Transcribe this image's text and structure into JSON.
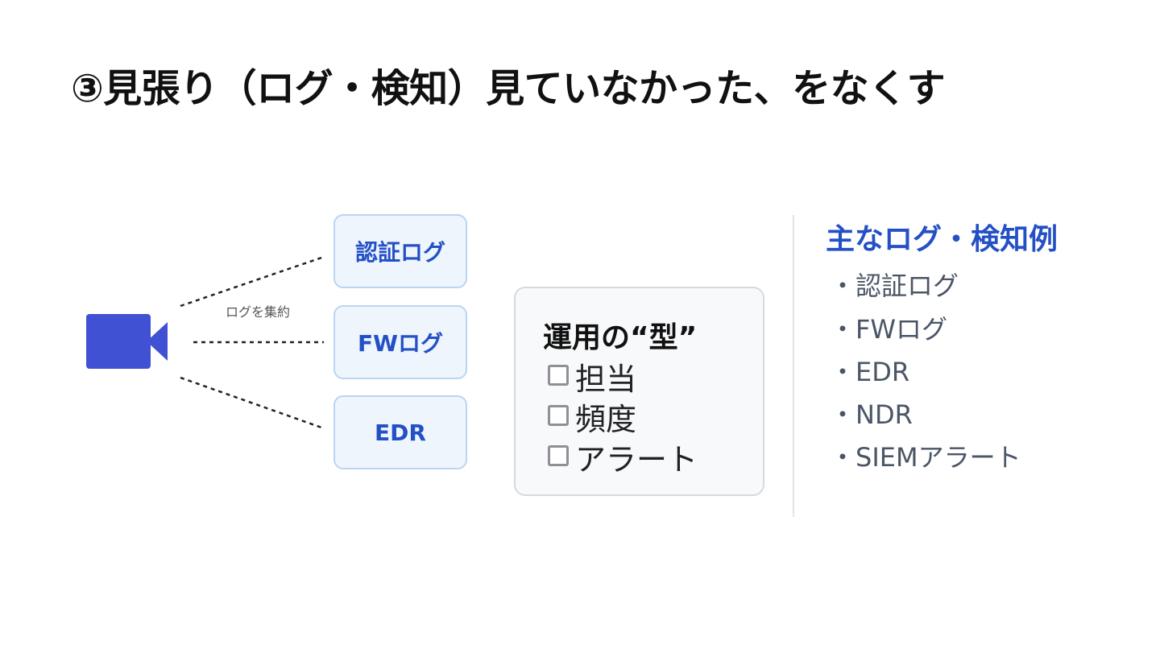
{
  "slide": {
    "title": "③見張り（ログ・検知）見ていなかった、をなくす"
  },
  "diagram": {
    "source_icon": "video-camera-icon",
    "aggregate_label": "ログを集約",
    "log_sources": [
      "認証ログ",
      "FWログ",
      "EDR"
    ],
    "operations": {
      "title": "運用の“型”",
      "items": [
        "担当",
        "頻度",
        "アラート"
      ]
    }
  },
  "examples": {
    "title": "主なログ・検知例",
    "items": [
      "・認証ログ",
      "・FWログ",
      "・EDR",
      "・NDR",
      "・SIEMアラート"
    ]
  },
  "colors": {
    "accent": "#2450c6",
    "camera": "#4051d4",
    "box_fill": "#eef5fd",
    "box_border": "#b9d5f2",
    "body_text": "#4a5566"
  }
}
